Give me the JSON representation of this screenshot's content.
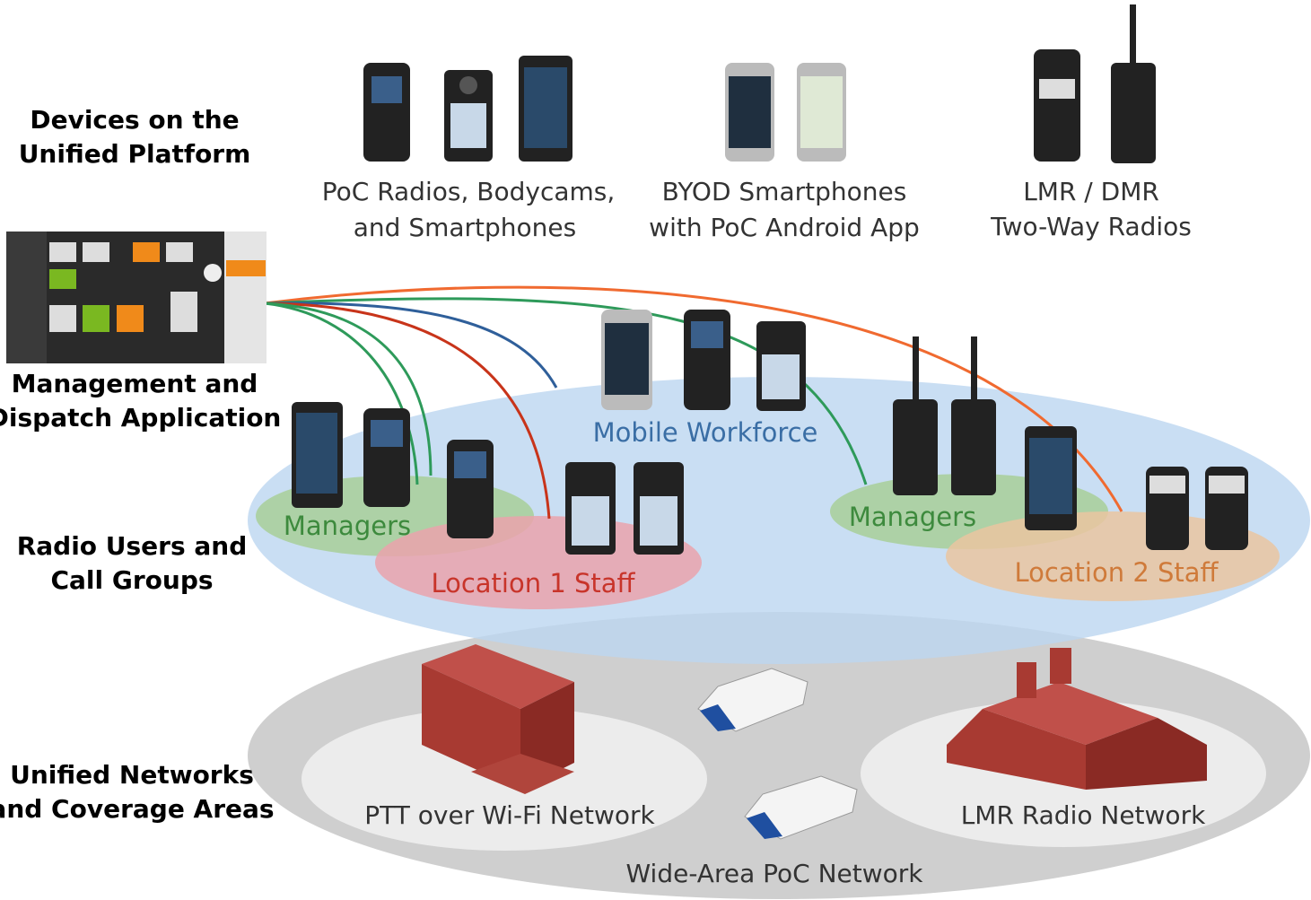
{
  "left_labels": {
    "devices": [
      "Devices on the",
      "Unified Platform"
    ],
    "dispatch": [
      "Management and",
      "Dispatch Application"
    ],
    "users": [
      "Radio Users and",
      "Call Groups"
    ],
    "networks": [
      "Unified Networks",
      "and Coverage Areas"
    ]
  },
  "device_captions": {
    "poc": [
      "PoC Radios, Bodycams,",
      "and Smartphones"
    ],
    "byod": [
      "BYOD Smartphones",
      "with PoC  Android App"
    ],
    "lmr": [
      "LMR / DMR",
      "Two-Way Radios"
    ]
  },
  "groups": {
    "mobile_workforce": "Mobile Workforce",
    "managers_left": "Managers",
    "location1": "Location 1 Staff",
    "managers_right": "Managers",
    "location2": "Location 2 Staff"
  },
  "networks": {
    "wifi": "PTT over Wi-Fi Network",
    "lmr": "LMR Radio Network",
    "wide_area": "Wide-Area PoC Network"
  },
  "colors": {
    "wide_area": "#cfcfcf",
    "inner_network": "#ececec",
    "workforce": "#bcd6f0",
    "managers": "#a8cf98",
    "location1": "#eaa3ab",
    "location2": "#eac6a0",
    "workforce_text": "#3a6ea5",
    "managers_text": "#3d8a3d",
    "location1_text": "#c8342a",
    "location2_text": "#cf7a3a",
    "link_orange": "#f06a30",
    "link_green": "#2e9a5a",
    "link_blue": "#2f5f9a",
    "link_red": "#c8341a"
  }
}
